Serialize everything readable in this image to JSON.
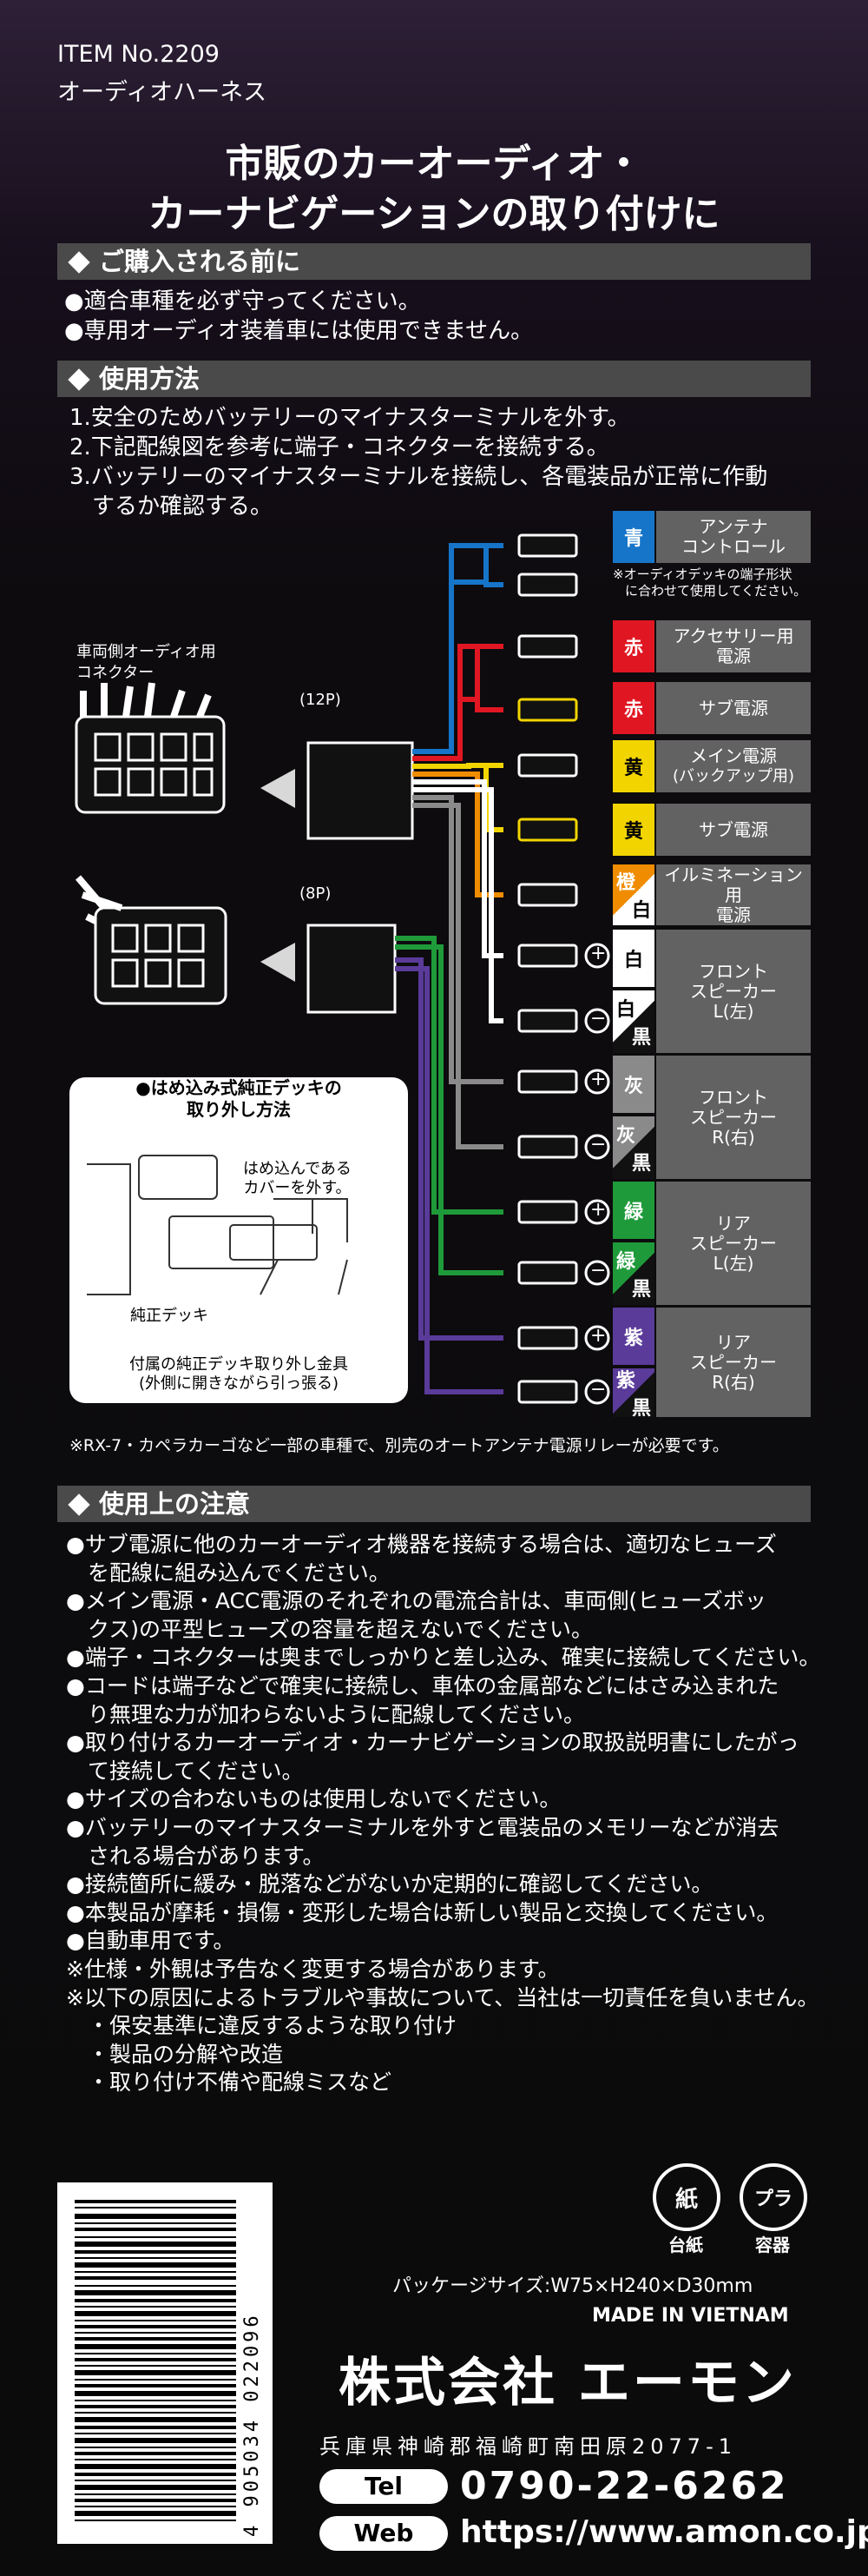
{
  "header": {
    "item_no": "ITEM No.2209",
    "item_name": "オーディオハーネス",
    "headline1": "市販のカーオーディオ・",
    "headline2": "カーナビゲーションの取り付けに"
  },
  "before_purchase": {
    "title": "ご購入される前に",
    "items": [
      "●適合車種を必ず守ってください。",
      "●専用オーディオ装着車には使用できません。"
    ]
  },
  "usage": {
    "title": "使用方法",
    "steps": [
      "1.安全のためバッテリーのマイナスターミナルを外す。",
      "2.下記配線図を参考に端子・コネクターを接続する。",
      "3.バッテリーのマイナスターミナルを接続し、各電装品が正常に作動",
      "　するか確認する。"
    ]
  },
  "diagram": {
    "vehicle_connector_label": [
      "車両側オーディオ用",
      "コネクター"
    ],
    "connector_12p": "(12P)",
    "connector_8p": "(8P)",
    "removal_title": [
      "●はめ込み式純正デッキの",
      "取り外し方法"
    ],
    "removal_cover": [
      "はめ込んである",
      "カバーを外す。"
    ],
    "removal_deck": "純正デッキ",
    "removal_tool": [
      "付属の純正デッキ取り外し金具",
      "(外側に開きながら引っ張る)"
    ],
    "plus": "+",
    "minus": "−",
    "wires": [
      {
        "tag": "青",
        "color": "#1675c9",
        "tag_color": "#fff"
      },
      {
        "tag": "赤",
        "color": "#e01722",
        "tag_color": "#fff"
      },
      {
        "tag": "赤",
        "color": "#e01722",
        "tag_color": "#fff"
      },
      {
        "tag": "黄",
        "color": "#f2d500",
        "tag_color": "#000"
      },
      {
        "tag": "黄",
        "color": "#f2d500",
        "tag_color": "#000"
      },
      {
        "tag": "橙",
        "tag2": "白",
        "color": "#ef8c00",
        "tag_color": "#fff"
      },
      {
        "tag": "白",
        "color": "#ffffff",
        "tag_color": "#000"
      },
      {
        "tag": "白",
        "tag2": "黒",
        "color": "#ffffff",
        "tag_color": "#000"
      },
      {
        "tag": "灰",
        "color": "#8a8a8a",
        "tag_color": "#fff"
      },
      {
        "tag": "灰",
        "tag2": "黒",
        "color": "#8a8a8a",
        "tag_color": "#fff"
      },
      {
        "tag": "緑",
        "color": "#1f9a3a",
        "tag_color": "#fff"
      },
      {
        "tag": "緑",
        "tag2": "黒",
        "color": "#1f9a3a",
        "tag_color": "#fff"
      },
      {
        "tag": "紫",
        "color": "#5a3b9a",
        "tag_color": "#fff"
      },
      {
        "tag": "紫",
        "tag2": "黒",
        "color": "#5a3b9a",
        "tag_color": "#fff"
      }
    ],
    "labels": {
      "antenna": [
        "アンテナ",
        "コントロール"
      ],
      "antenna_note": [
        "※オーディオデッキの端子形状",
        "に合わせて使用してください。"
      ],
      "acc": [
        "アクセサリー用",
        "電源"
      ],
      "sub_power": "サブ電源",
      "main_power": [
        "メイン電源",
        "(バックアップ用)"
      ],
      "sub_power2": "サブ電源",
      "illumination": [
        "イルミネーション用",
        "電源"
      ],
      "front_l": [
        "フロント",
        "スピーカー",
        "L(左)"
      ],
      "front_r": [
        "フロント",
        "スピーカー",
        "R(右)"
      ],
      "rear_l": [
        "リア",
        "スピーカー",
        "L(左)"
      ],
      "rear_r": [
        "リア",
        "スピーカー",
        "R(右)"
      ]
    },
    "footnote": "※RX-7・カペラカーゴなど一部の車種で、別売のオートアンテナ電源リレーが必要です。"
  },
  "cautions": {
    "title": "使用上の注意",
    "lines": [
      "●サブ電源に他のカーオーディオ機器を接続する場合は、適切なヒューズ",
      "　を配線に組み込んでください。",
      "●メイン電源・ACC電源のそれぞれの電流合計は、車両側(ヒューズボッ",
      "　クス)の平型ヒューズの容量を超えないでください。",
      "●端子・コネクターは奥までしっかりと差し込み、確実に接続してください。",
      "●コードは端子などで確実に接続し、車体の金属部などにはさみ込まれた",
      "　り無理な力が加わらないように配線してください。",
      "●取り付けるカーオーディオ・カーナビゲーションの取扱説明書にしたがっ",
      "　て接続してください。",
      "●サイズの合わないものは使用しないでください。",
      "●バッテリーのマイナスターミナルを外すと電装品のメモリーなどが消去",
      "　される場合があります。",
      "●接続箇所に緩み・脱落などがないか定期的に確認してください。",
      "●本製品が摩耗・損傷・変形した場合は新しい製品と交換してください。",
      "●自動車用です。",
      "※仕様・外観は予告なく変更する場合があります。",
      "※以下の原因によるトラブルや事故について、当社は一切責任を負いません。",
      "　・保安基準に違反するような取り付け",
      "　・製品の分解や改造",
      "　・取り付け不備や配線ミスなど"
    ]
  },
  "footer": {
    "barcode_number": "4 905034 022096",
    "recycle_paper_char": "紙",
    "recycle_plastic_char": "プラ",
    "recycle_paper": "台紙",
    "recycle_plastic": "容器",
    "package_size": "パッケージサイズ:W75×H240×D30mm",
    "made_in": "MADE IN VIETNAM",
    "company": "株式会社 エーモン",
    "address": "兵庫県神崎郡福崎町南田原2077-1",
    "tel_label": "Tel",
    "tel": "0790-22-6262",
    "web_label": "Web",
    "web": "https://www.amon.co.jp"
  }
}
